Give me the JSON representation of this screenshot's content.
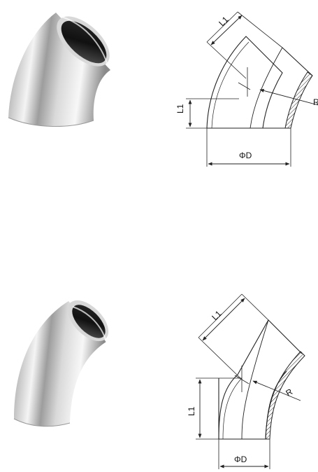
{
  "figures": [
    {
      "photo_icon": "pipe-elbow-45-photo",
      "labels": {
        "l1_top": "L1",
        "l1_side": "L1",
        "diameter": "ΦD",
        "radius": "R"
      }
    },
    {
      "photo_icon": "pipe-elbow-45-long-photo",
      "labels": {
        "l1_top": "L1",
        "l1_side": "L1",
        "diameter": "ΦD",
        "radius": "R"
      }
    }
  ],
  "colors": {
    "line": "#222222",
    "steel_light": "#f2f2f2",
    "steel_dark": "#6e6e6e"
  }
}
